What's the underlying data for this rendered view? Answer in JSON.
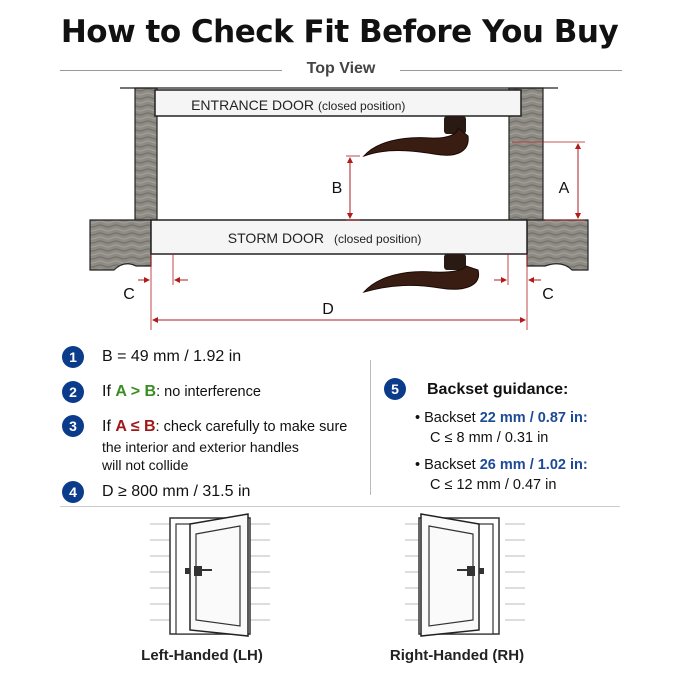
{
  "title": "How to Check Fit Before You Buy",
  "subtitle": "Top View",
  "diagram": {
    "entrance_door": "ENTRANCE DOOR",
    "entrance_door_note": "(closed position)",
    "storm_door": "STORM DOOR",
    "storm_door_note": "(closed position)",
    "label_a": "A",
    "label_b": "B",
    "label_c_left": "C",
    "label_c_right": "C",
    "label_d": "D"
  },
  "specs": {
    "item1": {
      "num": "1",
      "text": "B = 49 mm / 1.92 in"
    },
    "item2": {
      "num": "2",
      "pre": "If ",
      "a": "A",
      "op": " > ",
      "b": "B",
      "post": ": no interference"
    },
    "item3": {
      "num": "3",
      "pre": "If ",
      "a": "A",
      "op": " ≤ ",
      "b": "B",
      "post": ": check carefully to make sure",
      "line2": "the interior and exterior handles",
      "line3": "will not collide"
    },
    "item4": {
      "num": "4",
      "text": "D ≥ 800 mm / 31.5 in"
    },
    "item5": {
      "num": "5",
      "heading": "Backset guidance:",
      "b1_pre": "Backset ",
      "b1_val": "22 mm / 0.87 in:",
      "b1_line2": "C ≤ 8 mm / 0.31 in",
      "b2_pre": "Backset ",
      "b2_val": "26 mm / 1.02 in:",
      "b2_line2": "C ≤ 12 mm / 0.47 in"
    }
  },
  "handedness": {
    "left": "Left-Handed (LH)",
    "right": "Right-Handed (RH)"
  },
  "colors": {
    "accent_blue": "#0b3c8c",
    "dimension_red": "#b01c1c",
    "green": "#3a8c22"
  }
}
